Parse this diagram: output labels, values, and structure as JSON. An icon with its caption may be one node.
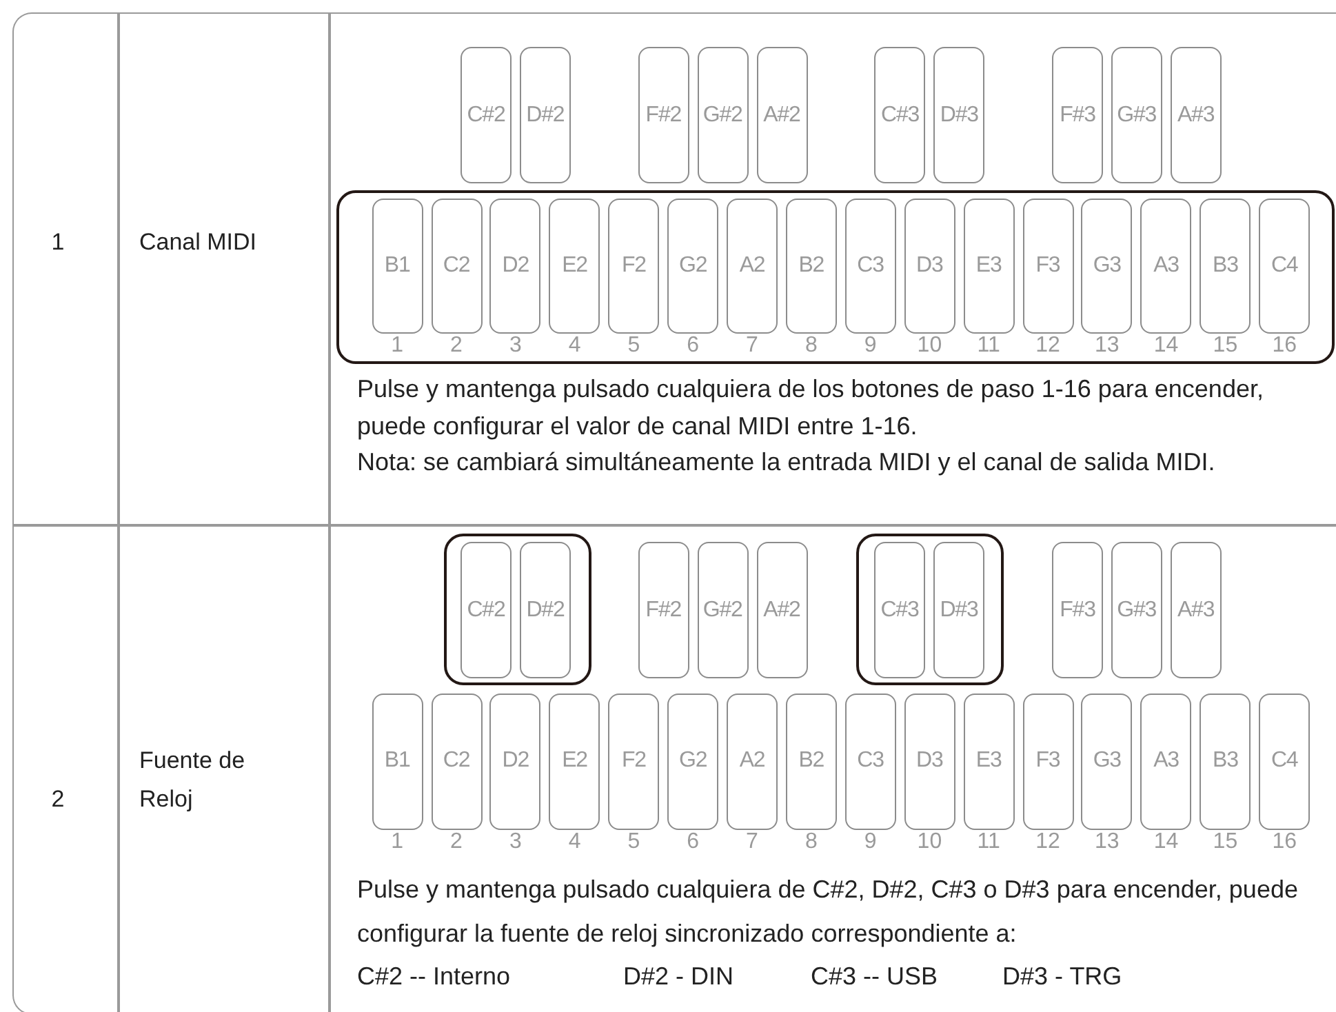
{
  "diagram": {
    "nodes": [
      {
        "text": [
          "C#2"
        ]
      },
      {
        "text": [
          "D#2"
        ]
      },
      {
        "text": [
          "F#2"
        ]
      },
      {
        "text": [
          "G#2"
        ]
      },
      {
        "text": [
          "A#2"
        ]
      },
      {
        "text": [
          "C#3"
        ]
      },
      {
        "text": [
          "D#3"
        ]
      },
      {
        "text": [
          "F#3"
        ]
      },
      {
        "text": [
          "G#3"
        ]
      },
      {
        "text": [
          "A#3"
        ]
      },
      {
        "text": [],
        "shape": "box"
      },
      {
        "text": [
          "B1"
        ],
        "in": 10,
        "beside": [
          "1"
        ]
      },
      {
        "text": [
          "C2"
        ],
        "in": 10,
        "beside": [
          "2"
        ]
      },
      {
        "text": [
          "D2"
        ],
        "in": 10,
        "beside": [
          "3"
        ]
      },
      {
        "text": [
          "E2"
        ],
        "in": 10,
        "beside": [
          "4"
        ]
      },
      {
        "text": [
          "F2"
        ],
        "in": 10,
        "beside": [
          "5"
        ]
      },
      {
        "text": [
          "G2"
        ],
        "in": 10,
        "beside": [
          "6"
        ]
      },
      {
        "text": [
          "A2"
        ],
        "in": 10,
        "beside": [
          "7"
        ]
      },
      {
        "text": [
          "B2"
        ],
        "in": 10,
        "beside": [
          "8"
        ]
      },
      {
        "text": [
          "C3"
        ],
        "in": 10,
        "beside": [
          "9"
        ]
      },
      {
        "text": [
          "D3"
        ],
        "in": 10,
        "beside": [
          "10"
        ]
      },
      {
        "text": [
          "E3"
        ],
        "in": 10,
        "beside": [
          "11"
        ]
      },
      {
        "text": [
          "F3"
        ],
        "in": 10,
        "beside": [
          "12"
        ]
      },
      {
        "text": [
          "G3"
        ],
        "in": 10,
        "beside": [
          "13"
        ]
      },
      {
        "text": [
          "A3"
        ],
        "in": 10,
        "beside": [
          "14"
        ]
      },
      {
        "text": [
          "B3"
        ],
        "in": 10,
        "beside": [
          "15"
        ]
      },
      {
        "text": [
          "C4"
        ],
        "in": 10,
        "beside": [
          "16"
        ]
      },
      {
        "text": [],
        "shape": "box"
      },
      {
        "text": [
          "C#2"
        ],
        "in": 27
      },
      {
        "text": [
          "D#2"
        ],
        "in": 27
      },
      {
        "text": [
          "F#2"
        ]
      },
      {
        "text": [
          "G#2"
        ]
      },
      {
        "text": [
          "A#2"
        ]
      },
      {
        "text": [],
        "shape": "box"
      },
      {
        "text": [
          "C#3"
        ],
        "in": 33
      },
      {
        "text": [
          "D#3"
        ],
        "in": 33
      },
      {
        "text": [
          "F#3"
        ]
      },
      {
        "text": [
          "G#3"
        ]
      },
      {
        "text": [
          "A#3"
        ]
      },
      {
        "text": [
          "B1"
        ],
        "beside": [
          "1"
        ]
      },
      {
        "text": [
          "C2"
        ],
        "beside": [
          "2"
        ]
      },
      {
        "text": [
          "D2"
        ],
        "beside": [
          "3"
        ]
      },
      {
        "text": [
          "E2"
        ],
        "beside": [
          "4"
        ]
      },
      {
        "text": [
          "F2"
        ],
        "beside": [
          "5"
        ]
      },
      {
        "text": [
          "G2"
        ],
        "beside": [
          "6"
        ]
      },
      {
        "text": [
          "A2"
        ],
        "beside": [
          "7"
        ]
      },
      {
        "text": [
          "B2"
        ],
        "beside": [
          "8"
        ]
      },
      {
        "text": [
          "C3"
        ],
        "beside": [
          "9"
        ]
      },
      {
        "text": [
          "D3"
        ],
        "beside": [
          "10"
        ]
      },
      {
        "text": [
          "E3"
        ],
        "beside": [
          "11"
        ]
      },
      {
        "text": [
          "F3"
        ],
        "beside": [
          "12"
        ]
      },
      {
        "text": [
          "G3"
        ],
        "beside": [
          "13"
        ]
      },
      {
        "text": [
          "A3"
        ],
        "beside": [
          "14"
        ]
      },
      {
        "text": [
          "B3"
        ],
        "beside": [
          "15"
        ]
      },
      {
        "text": [
          "C4"
        ],
        "beside": [
          "16"
        ]
      }
    ],
    "labels": [
      "1",
      "Canal MIDI",
      "Pulse y mantenga pulsado cualquiera de los botones de paso 1-16 para encender, puede configurar el valor de canal MIDI entre 1-16.",
      "Nota: se cambiará simultáneamente la entrada MIDI y el canal de salida MIDI.",
      "2",
      "Fuente de Reloj",
      "Pulse y mantenga pulsado cualquiera de C#2, D#2, C#3 o D#3 para encender, puede configurar la fuente de reloj sincronizado correspondiente a:",
      "C#2 -- Interno",
      "D#2 - DIN",
      "C#3 -- USB",
      "D#3 - TRG"
    ]
  }
}
